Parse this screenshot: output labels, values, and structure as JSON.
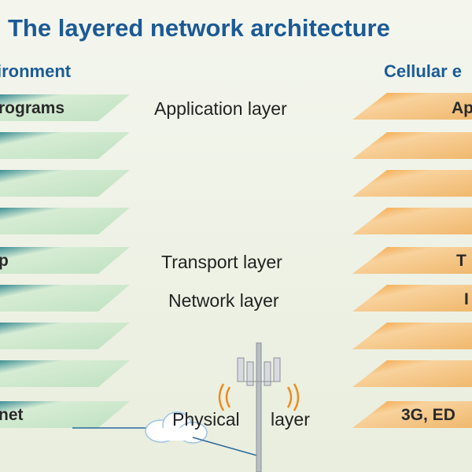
{
  "title": "The layered network architecture",
  "left_header": "ironment",
  "right_header": "Cellular e",
  "left_layers": [
    "rograms",
    "",
    "",
    "",
    "p",
    "",
    "",
    "",
    "net"
  ],
  "right_layers": [
    "Ap",
    "",
    "",
    "",
    "T",
    "I",
    "",
    "",
    "3G, ED"
  ],
  "middle_labels": {
    "application": "Application layer",
    "transport": "Transport layer",
    "network": "Network layer",
    "physical_1": "Physical",
    "physical_2": "layer"
  },
  "colors": {
    "title": "#1c5a95",
    "left_fill": "#cfe7cf",
    "left_edge": "#2f7f86",
    "right_fill": "#f6c98a",
    "right_edge": "#f09a2a",
    "signal": "#ee8b1f"
  }
}
